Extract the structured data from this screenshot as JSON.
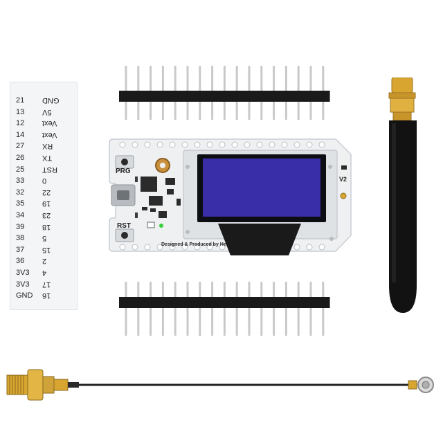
{
  "pin_card": {
    "rows": [
      {
        "left": "21",
        "right": "GND"
      },
      {
        "left": "13",
        "right": "5V"
      },
      {
        "left": "12",
        "right": "Vext"
      },
      {
        "left": "14",
        "right": "Vext"
      },
      {
        "left": "27",
        "right": "RX"
      },
      {
        "left": "26",
        "right": "TX"
      },
      {
        "left": "25",
        "right": "RST"
      },
      {
        "left": "33",
        "right": "0"
      },
      {
        "left": "32",
        "right": "22"
      },
      {
        "left": "35",
        "right": "19"
      },
      {
        "left": "34",
        "right": "23"
      },
      {
        "left": "39",
        "right": "18"
      },
      {
        "left": "38",
        "right": "5"
      },
      {
        "left": "37",
        "right": "15"
      },
      {
        "left": "36",
        "right": "2"
      },
      {
        "left": "3V3",
        "right": "4"
      },
      {
        "left": "3V3",
        "right": "17"
      },
      {
        "left": "GND",
        "right": "16"
      }
    ]
  },
  "board": {
    "prg_label": "PRG",
    "rst_label": "RST",
    "version_label": "V2",
    "designed_label": "Designed & Produced by He"
  },
  "colors": {
    "pcb": "#eef0f2",
    "oled": "#3a2ea8",
    "header_plastic": "#1a1a1a",
    "pin_metal": "#c9c9c9",
    "gold": "#d9a531",
    "antenna": "#121212"
  }
}
